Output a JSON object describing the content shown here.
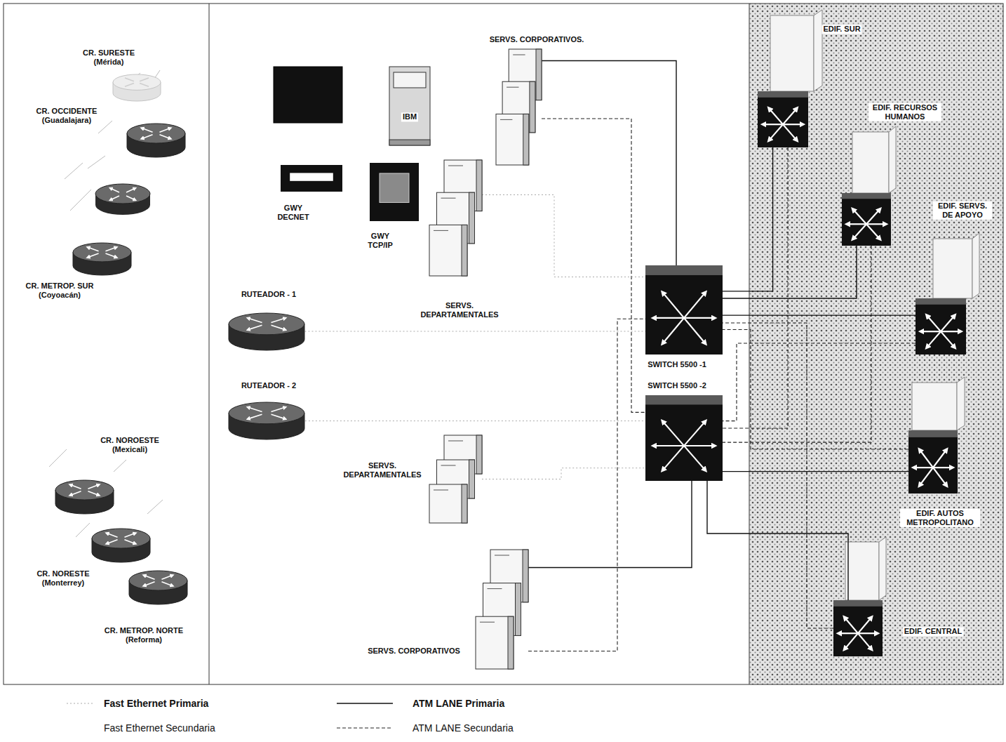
{
  "diagram": {
    "nodes": [
      {
        "text": [
          "CR. SURESTE (Mérida)"
        ]
      },
      {
        "text": [
          "CR. OCCIDENTE (Guadalajara)"
        ]
      },
      {
        "text": [
          "CR. METROP. SUR (Coyoacán)"
        ]
      },
      {
        "text": [
          "CR. NOROESTE (Mexicali)"
        ]
      },
      {
        "text": [
          "CR. NORESTE (Monterrey)"
        ]
      },
      {
        "text": [
          "CR. METROP. NORTE (Reforma)"
        ]
      },
      {
        "text": [
          "GWY DECNET"
        ]
      },
      {
        "text": [
          "IBM"
        ]
      },
      {
        "text": [
          "GWY TCP/IP"
        ]
      },
      {
        "text": [
          "SERVS. CORPORATIVOS."
        ]
      },
      {
        "text": [
          "SERVS. DEPARTAMENTALES"
        ]
      },
      {
        "text": [
          "RUTEADOR - 1"
        ]
      },
      {
        "text": [
          "RUTEADOR - 2"
        ]
      },
      {
        "text": [
          "SERVS. DEPARTAMENTALES"
        ]
      },
      {
        "text": [
          "SERVS. CORPORATIVOS"
        ]
      },
      {
        "text": [
          "SWITCH 5500 -1"
        ]
      },
      {
        "text": [
          "SWITCH 5500 -2"
        ]
      },
      {
        "text": [
          "EDIF. SUR"
        ]
      },
      {
        "text": [
          "EDIF. RECURSOS HUMANOS"
        ]
      },
      {
        "text": [
          "EDIF. SERVS. DE APOYO"
        ]
      },
      {
        "text": [
          "EDIF. AUTOS METROPOLITANO"
        ]
      },
      {
        "text": [
          "EDIF. CENTRAL"
        ]
      }
    ],
    "edges": [
      {
        "from": 9,
        "to": 15,
        "arrow": "none"
      },
      {
        "from": 9,
        "to": 16,
        "arrow": "none"
      },
      {
        "from": 14,
        "to": 16,
        "arrow": "none"
      },
      {
        "from": 14,
        "to": 15,
        "arrow": "none"
      },
      {
        "from": 17,
        "to": 15,
        "arrow": "none"
      },
      {
        "from": 17,
        "to": 16,
        "arrow": "none"
      },
      {
        "from": 18,
        "to": 15,
        "arrow": "none"
      },
      {
        "from": 18,
        "to": 16,
        "arrow": "none"
      },
      {
        "from": 19,
        "to": 15,
        "arrow": "none"
      },
      {
        "from": 19,
        "to": 16,
        "arrow": "none"
      },
      {
        "from": 20,
        "to": 16,
        "arrow": "none"
      },
      {
        "from": 20,
        "to": 15,
        "arrow": "none"
      },
      {
        "from": 21,
        "to": 16,
        "arrow": "none"
      },
      {
        "from": 21,
        "to": 15,
        "arrow": "none"
      },
      {
        "from": 10,
        "to": 15,
        "arrow": "none"
      },
      {
        "from": 13,
        "to": 16,
        "arrow": "none"
      },
      {
        "from": 11,
        "to": 15,
        "arrow": "none"
      },
      {
        "from": 12,
        "to": 16,
        "arrow": "none"
      }
    ],
    "legend": [
      {
        "text": "Fast Ethernet Primaria"
      },
      {
        "text": "ATM LANE Primaria"
      },
      {
        "text": "Fast Ethernet Secundaria"
      },
      {
        "text": "ATM LANE Secundaria"
      }
    ]
  }
}
